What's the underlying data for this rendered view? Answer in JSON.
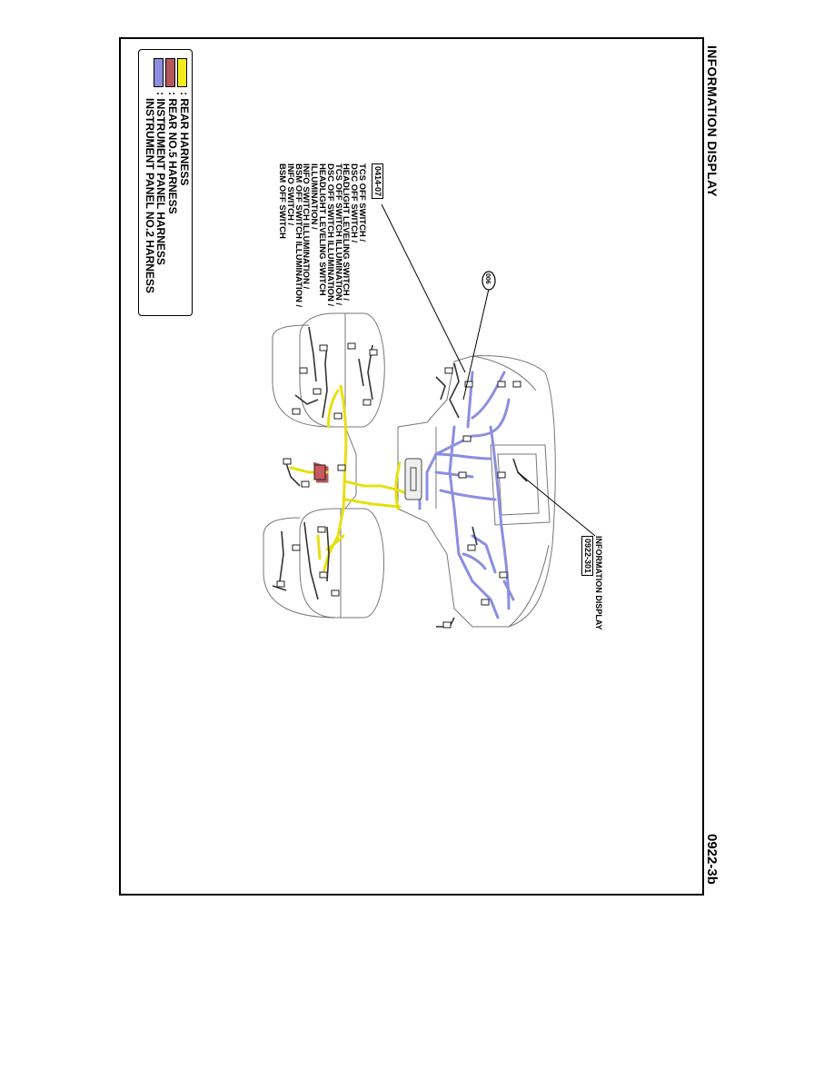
{
  "page": {
    "title": "INFORMATION DISPLAY",
    "page_number": "0922-3b"
  },
  "legend": {
    "items": [
      {
        "label": ": REAR HARNESS",
        "color": "#f2ec1c"
      },
      {
        "label": ": REAR NO.5 HARNESS",
        "color": "#b5575b"
      },
      {
        "label": ": INSTRUMENT PANEL HARNESS",
        "color": "#8c8ee0"
      },
      {
        "label": "INSTRUMENT PANEL NO.2 HARNESS",
        "color": ""
      }
    ]
  },
  "callouts": {
    "left_connector": "0414-07",
    "left_list": [
      "TCS OFF SWITCH /",
      "DSC OFF SWITCH /",
      "HEADLIGHT LEVELING SWITCH /",
      "TCS OFF SWITCH ILLUMINATION /",
      "DSC OFF SWITCH ILLUMINATION /",
      "HEADLIGHT LEVELING SWITCH",
      "ILLUMINATION /",
      "INFO SWITCH ILLUMINATION /",
      "BSM OFF SWITCH ILLUMINATION /",
      "INFO SWITCH /",
      "BSM OFF SWITCH"
    ],
    "ground_marker": "006",
    "right_title": "INFORMATION DISPLAY",
    "right_connector": "0922-301"
  }
}
